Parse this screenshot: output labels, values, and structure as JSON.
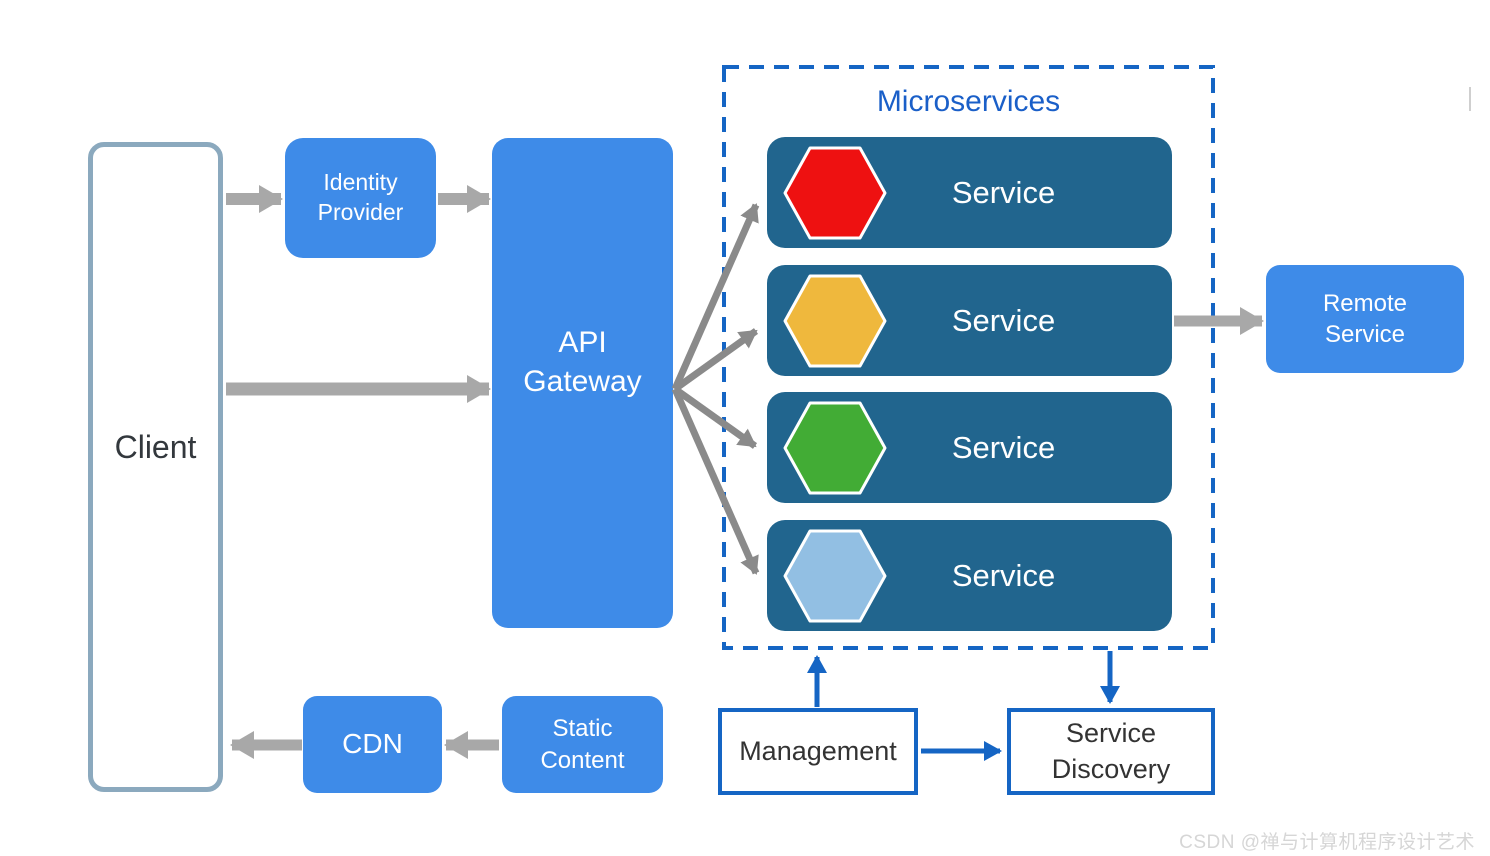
{
  "colors": {
    "node_blue": "#3E8BE8",
    "service_row": "#21658E",
    "container_border": "#1565C4",
    "title_blue": "#1A5FC8",
    "arrow_gray": "#A8A8A8",
    "arrow_gray_dark": "#8A8A8A",
    "arrow_blue": "#1565C4",
    "client_border": "#8BA9BE",
    "hexagon_outline": "#FFFFFF"
  },
  "nodes": {
    "client": {
      "label": "Client"
    },
    "identity_provider": {
      "label": "Identity\nProvider"
    },
    "api_gateway": {
      "label": "API\nGateway"
    },
    "remote_service": {
      "label": "Remote\nService"
    },
    "cdn": {
      "label": "CDN"
    },
    "static_content": {
      "label": "Static\nContent"
    },
    "management": {
      "label": "Management"
    },
    "service_discovery": {
      "label": "Service\nDiscovery"
    }
  },
  "microservices": {
    "title": "Microservices",
    "services": [
      {
        "label": "Service",
        "hex_color": "#EE1111"
      },
      {
        "label": "Service",
        "hex_color": "#EFB83D"
      },
      {
        "label": "Service",
        "hex_color": "#42AC35"
      },
      {
        "label": "Service",
        "hex_color": "#92BFE3"
      }
    ]
  },
  "watermark": {
    "text": "CSDN @禅与计算机程序设计艺术"
  }
}
